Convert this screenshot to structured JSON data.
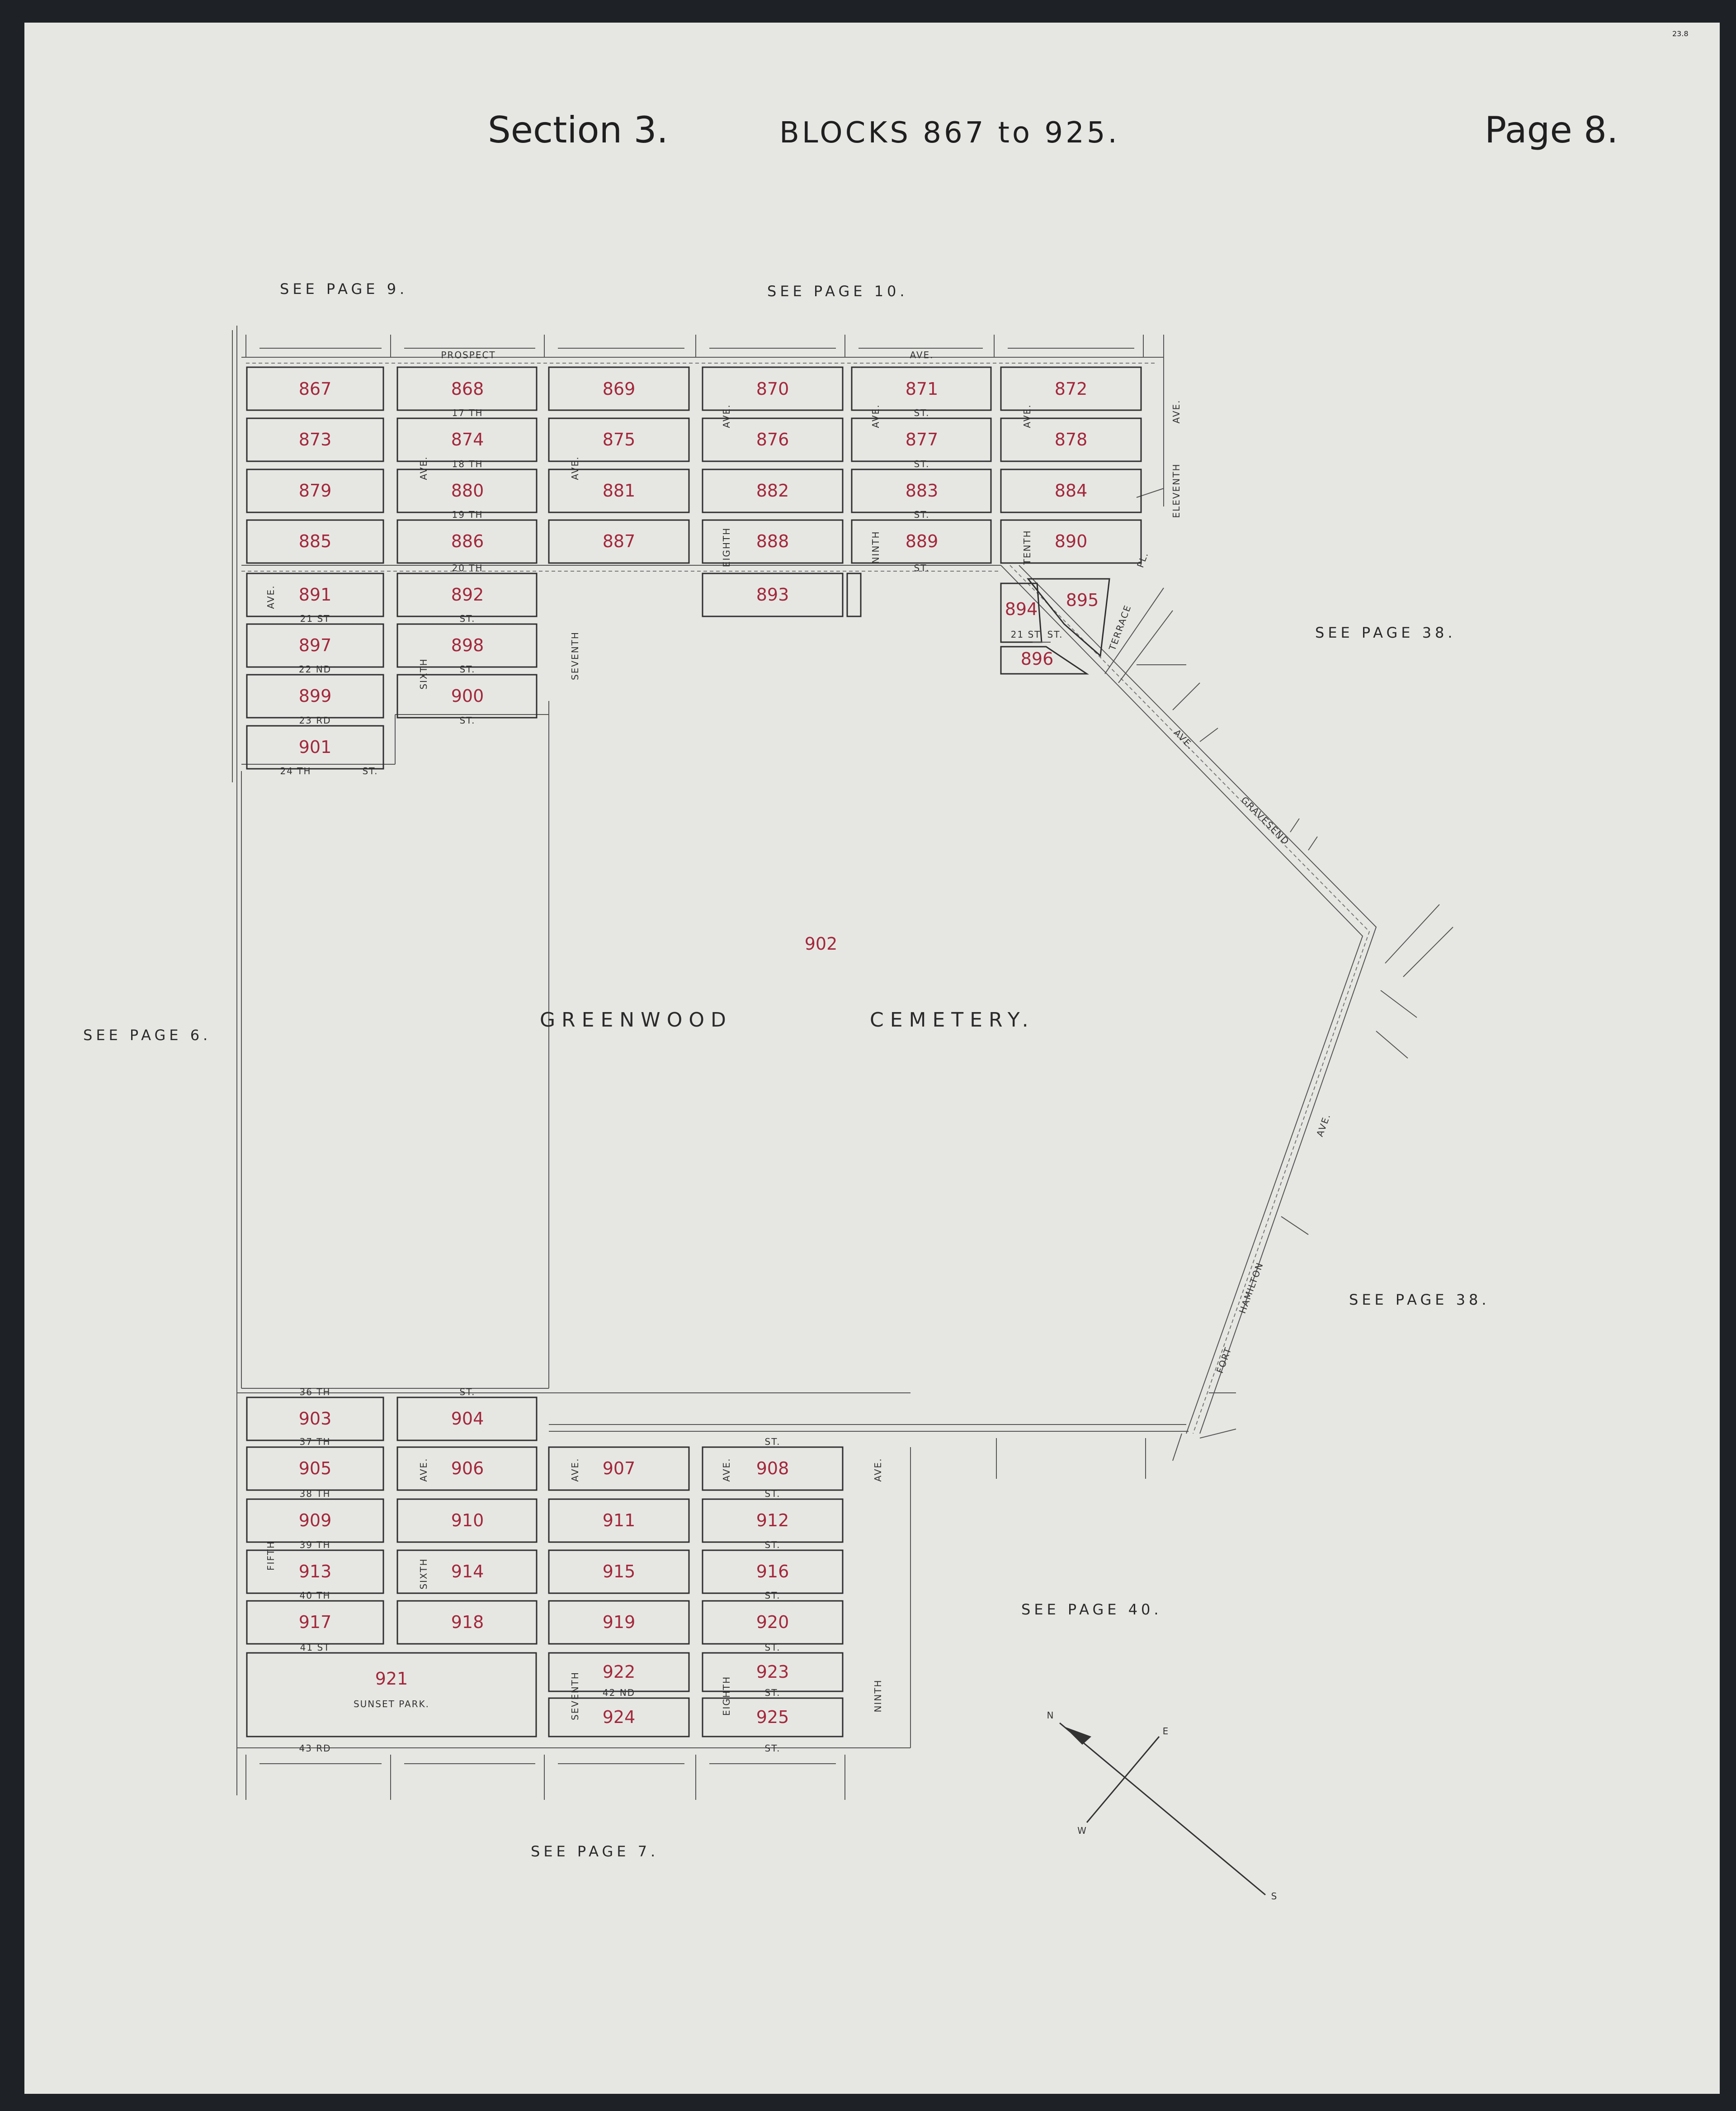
{
  "header": {
    "section": "Section 3.",
    "blocks": "BLOCKS 867 to 925.",
    "page": "Page 8.",
    "corner_mark": "23.8"
  },
  "see_page": {
    "p9": "SEE PAGE 9.",
    "p10": "SEE PAGE 10.",
    "p38a": "SEE PAGE 38.",
    "p38b": "SEE PAGE 38.",
    "p6": "SEE PAGE 6.",
    "p40": "SEE PAGE 40.",
    "p7": "SEE PAGE 7."
  },
  "cemetery": {
    "block": "902",
    "name_1": "GREENWOOD",
    "name_2": "CEMETERY."
  },
  "park": {
    "block": "921",
    "name": "SUNSET PARK."
  },
  "blocks_north": [
    [
      "867",
      "868",
      "869",
      "870",
      "871",
      "872"
    ],
    [
      "873",
      "874",
      "875",
      "876",
      "877",
      "878"
    ],
    [
      "879",
      "880",
      "881",
      "882",
      "883",
      "884"
    ],
    [
      "885",
      "886",
      "887",
      "888",
      "889",
      "890"
    ]
  ],
  "blocks_misc": {
    "b891": "891",
    "b892": "892",
    "b893": "893",
    "b894": "894",
    "b895": "895",
    "b896": "896",
    "b897": "897",
    "b898": "898",
    "b899": "899",
    "b900": "900",
    "b901": "901"
  },
  "blocks_south": [
    [
      "903",
      "904"
    ],
    [
      "905",
      "906",
      "907",
      "908"
    ],
    [
      "909",
      "910",
      "911",
      "912"
    ],
    [
      "913",
      "914",
      "915",
      "916"
    ],
    [
      "917",
      "918",
      "919",
      "920"
    ],
    [
      "922",
      "923"
    ],
    [
      "924",
      "925"
    ]
  ],
  "streets": {
    "prospect": "PROSPECT",
    "prospect_ave": "AVE.",
    "s17": "17 TH",
    "s17b": "ST.",
    "s18": "18 TH",
    "s18b": "ST.",
    "s19": "19 TH",
    "s19b": "ST.",
    "s20": "20 TH",
    "s20b": "ST.",
    "s21": "21 ST",
    "s21b": "ST.",
    "s21c": "21 ST",
    "s21d": "ST.",
    "s22": "22 ND",
    "s22b": "ST.",
    "s23": "23 RD",
    "s23b": "ST.",
    "s24": "24 TH",
    "s24b": "ST.",
    "s36": "36 TH",
    "s36b": "ST.",
    "s37": "37 TH",
    "s37b": "ST.",
    "s38": "38 TH",
    "s38b": "ST.",
    "s39": "39 TH",
    "s39b": "ST.",
    "s40": "40 TH",
    "s40b": "ST.",
    "s41": "41 ST",
    "s41b": "ST.",
    "s42": "42 ND",
    "s42b": "ST.",
    "s43": "43 RD",
    "s43b": "ST."
  },
  "avenues": {
    "fifth_n": "AVE.",
    "sixth_n1": "AVE.",
    "sixth_n2": "SIXTH",
    "seventh_n1": "AVE.",
    "seventh_n2": "SEVENTH",
    "eighth_n1": "AVE.",
    "eighth_n2": "EIGHTH",
    "ninth_n1": "AVE.",
    "ninth_n2": "NINTH",
    "tenth_n1": "AVE.",
    "tenth_n2": "TENTH",
    "eleventh_n1": "AVE.",
    "eleventh_n2": "ELEVENTH",
    "terrace": "TERRACE",
    "terrace_pl": "PL.",
    "gravesend_1": "AVE.",
    "gravesend_2": "GRAVESEND",
    "fort_1": "AVE.",
    "fort_2": "FORT",
    "fort_3": "HAMILTON",
    "fifth_s": "FIFTH",
    "sixth_s1": "AVE.",
    "sixth_s2": "SIXTH",
    "seventh_s1": "AVE.",
    "seventh_s2": "SEVENTH",
    "eighth_s1": "AVE.",
    "eighth_s2": "EIGHTH",
    "ninth_s1": "AVE.",
    "ninth_s2": "NINTH"
  },
  "compass": {
    "n": "N",
    "e": "E",
    "w": "W",
    "s": "S"
  }
}
